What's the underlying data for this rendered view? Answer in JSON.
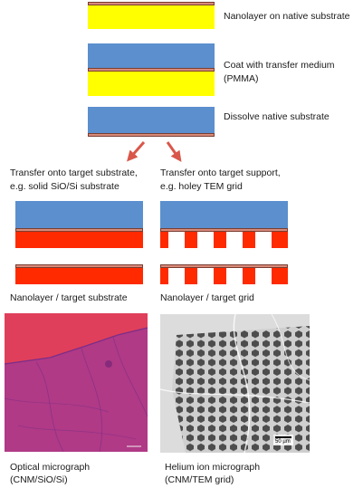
{
  "steps": {
    "step1": "Nanolayer on native substrate",
    "step2_line1": "Coat with transfer medium",
    "step2_line2": "(PMMA)",
    "step3": "Dissolve native substrate"
  },
  "branches": {
    "left_line1": "Transfer onto target substrate,",
    "left_line2": "e.g. solid SiO/Si substrate",
    "right_line1": "Transfer onto target support,",
    "right_line2": "e.g. holey TEM grid",
    "left_result": "Nanolayer / target substrate",
    "right_result": "Nanolayer / target grid"
  },
  "micrographs": {
    "left_line1": "Optical micrograph",
    "left_line2": "(CNM/SiO/Si)",
    "right_line1": "Helium ion micrograph",
    "right_line2": "(CNM/TEM grid)",
    "scale_bar": "50 µm"
  },
  "colors": {
    "substrate_native": "#ffff00",
    "pmma": "#5b8fce",
    "nanolayer": "#d98a7a",
    "target_substrate": "#ff2a00",
    "arrow": "#d9574a"
  }
}
